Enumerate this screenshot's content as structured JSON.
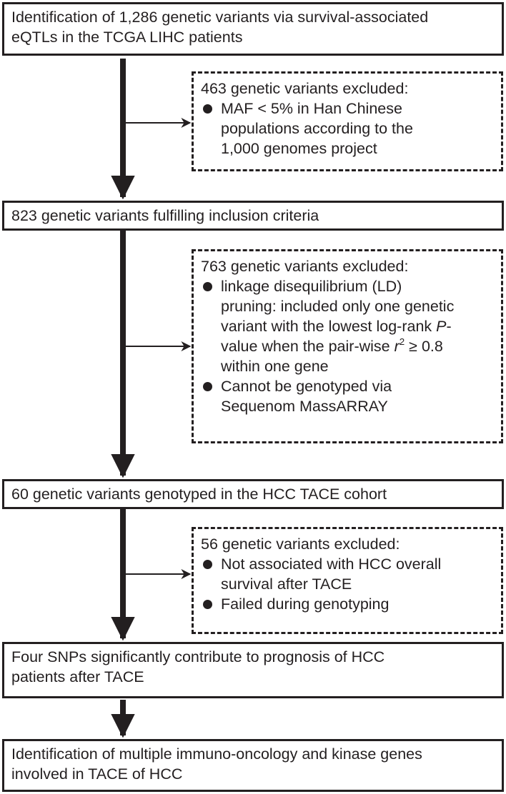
{
  "box1": {
    "lines": [
      "Identification of 1,286 genetic variants via survival-associated",
      "eQTLs in the TCGA LIHC patients"
    ]
  },
  "excl1": {
    "title": "463 genetic variants excluded:",
    "bullets": [
      {
        "lines": [
          "MAF < 5% in Han Chinese",
          "populations according to the",
          "1,000 genomes project"
        ]
      }
    ]
  },
  "box2": {
    "lines": [
      "823 genetic variants fulfilling inclusion criteria"
    ]
  },
  "excl2": {
    "title": "763 genetic variants excluded:",
    "ld_line1": "linkage disequilibrium (LD)",
    "ld_line2": "pruning: included only one genetic",
    "ld_line3_a": "variant with the lowest log-rank ",
    "ld_line3_p": "P",
    "ld_line3_b": "-",
    "ld_line4_a": "value when the pair-wise ",
    "ld_line4_r": "r",
    "ld_line4_sup": "2",
    "ld_line4_b": " ≥ 0.8",
    "ld_line5": "within one gene",
    "b2_line1": "Cannot be genotyped via",
    "b2_line2": "Sequenom MassARRAY"
  },
  "box3": {
    "lines": [
      "60 genetic variants genotyped in the HCC TACE cohort"
    ]
  },
  "excl3": {
    "title": "56 genetic variants excluded:",
    "bullets": [
      {
        "lines": [
          "Not associated with HCC overall",
          "survival after TACE"
        ]
      },
      {
        "lines": [
          "Failed during genotyping"
        ]
      }
    ]
  },
  "box4": {
    "lines": [
      "Four SNPs significantly contribute to prognosis of HCC",
      "patients after TACE"
    ]
  },
  "box5": {
    "lines": [
      "Identification of multiple immuno-oncology and kinase genes",
      "involved in TACE of HCC"
    ]
  },
  "colors": {
    "ink": "#231f20",
    "background": "#ffffff"
  }
}
